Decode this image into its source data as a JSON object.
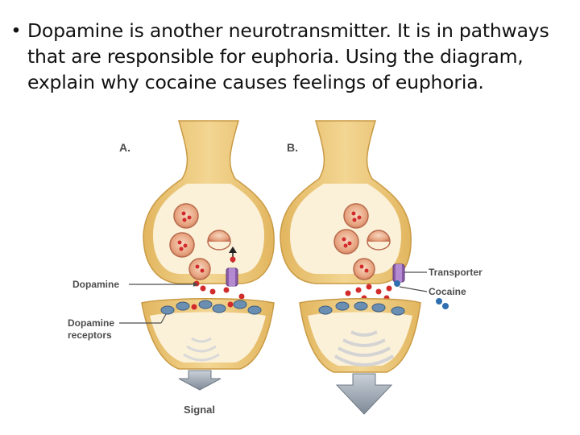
{
  "slide": {
    "bullet_marker": "•",
    "bullet_text": "Dopamine is another neurotransmitter. It is in pathways that are responsible for euphoria. Using the diagram, explain why cocaine causes feelings of euphoria."
  },
  "diagram": {
    "panel_a_label": "A.",
    "panel_b_label": "B.",
    "labels": {
      "dopamine": "Dopamine",
      "receptors_line1": "Dopamine",
      "receptors_line2": "receptors",
      "transporter": "Transporter",
      "cocaine": "Cocaine",
      "signal": "Signal"
    },
    "colors": {
      "membrane": "#e9c77a",
      "cytoplasm": "#fbf1d8",
      "dopamine": "#d22b2b",
      "transporter": "#8a5aa8",
      "cocaine": "#2f6fb0",
      "receptor": "#6b8fb3",
      "signal_arrow": "#8c96a3"
    }
  }
}
